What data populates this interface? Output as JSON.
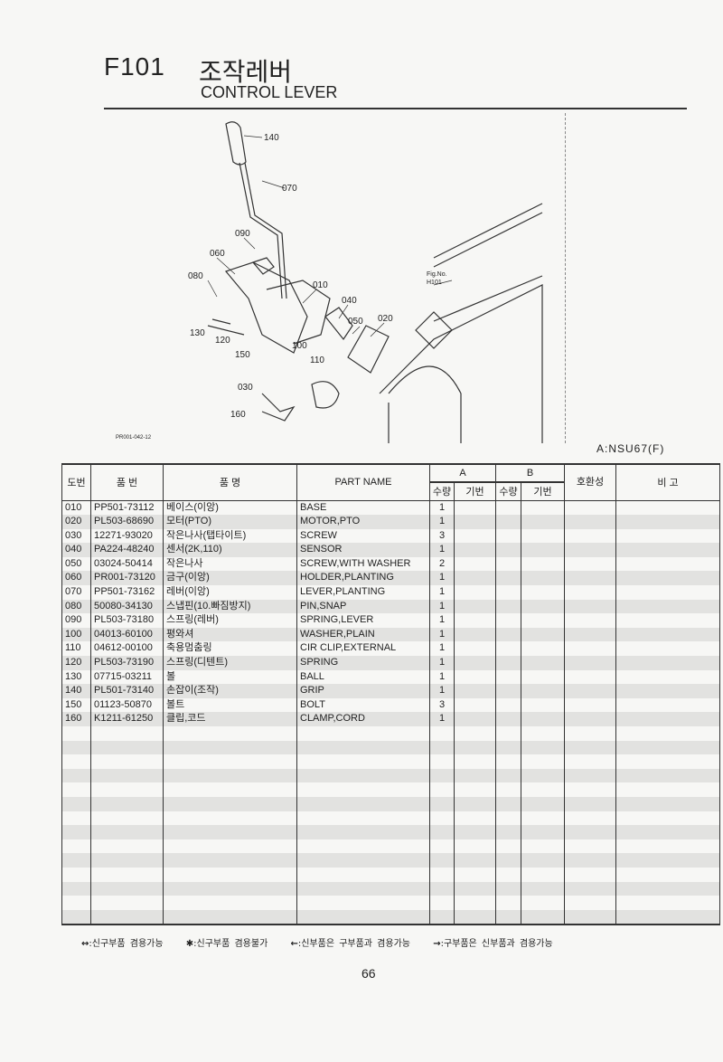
{
  "header": {
    "code": "F101",
    "title_ko": "조작레버",
    "title_en": "CONTROL LEVER"
  },
  "diagram": {
    "callouts": [
      "140",
      "070",
      "090",
      "060",
      "080",
      "010",
      "040",
      "050",
      "020",
      "130",
      "120",
      "100",
      "150",
      "110",
      "030",
      "160"
    ],
    "fig_ref_label": "Fig.No.",
    "fig_ref": "H101",
    "drawing_no": "PR001-042-12"
  },
  "model_note": "A:NSU67(F)",
  "table": {
    "headers": {
      "ref": "도번",
      "part_no": "품  번",
      "name_ko": "품        명",
      "part_name": "PART NAME",
      "group_a": "A",
      "group_b": "B",
      "qty": "수량",
      "serial": "기번",
      "compat": "호환성",
      "remarks": "비    고"
    },
    "rows": [
      {
        "ref": "010",
        "part_no": "PP501-73112",
        "name_ko": "베이스(이앙)",
        "part_name": "BASE",
        "qty_a": "1"
      },
      {
        "ref": "020",
        "part_no": "PL503-68690",
        "name_ko": "모터(PTO)",
        "part_name": "MOTOR,PTO",
        "qty_a": "1"
      },
      {
        "ref": "030",
        "part_no": "12271-93020",
        "name_ko": "작은나사(탭타이트)",
        "part_name": "SCREW",
        "qty_a": "3"
      },
      {
        "ref": "040",
        "part_no": "PA224-48240",
        "name_ko": "센서(2K,110)",
        "part_name": "SENSOR",
        "qty_a": "1"
      },
      {
        "ref": "050",
        "part_no": "03024-50414",
        "name_ko": "작은나사",
        "part_name": "SCREW,WITH WASHER",
        "qty_a": "2"
      },
      {
        "ref": "060",
        "part_no": "PR001-73120",
        "name_ko": "금구(이앙)",
        "part_name": "HOLDER,PLANTING",
        "qty_a": "1"
      },
      {
        "ref": "070",
        "part_no": "PP501-73162",
        "name_ko": "레버(이앙)",
        "part_name": "LEVER,PLANTING",
        "qty_a": "1"
      },
      {
        "ref": "080",
        "part_no": "50080-34130",
        "name_ko": "스냅핀(10.빠짐방지)",
        "part_name": "PIN,SNAP",
        "qty_a": "1"
      },
      {
        "ref": "090",
        "part_no": "PL503-73180",
        "name_ko": "스프링(레버)",
        "part_name": "SPRING,LEVER",
        "qty_a": "1"
      },
      {
        "ref": "100",
        "part_no": "04013-60100",
        "name_ko": "평와셔",
        "part_name": "WASHER,PLAIN",
        "qty_a": "1"
      },
      {
        "ref": "110",
        "part_no": "04612-00100",
        "name_ko": "축용멈춤링",
        "part_name": "CIR CLIP,EXTERNAL",
        "qty_a": "1"
      },
      {
        "ref": "120",
        "part_no": "PL503-73190",
        "name_ko": "스프링(디텐트)",
        "part_name": "SPRING",
        "qty_a": "1"
      },
      {
        "ref": "130",
        "part_no": "07715-03211",
        "name_ko": "볼",
        "part_name": "BALL",
        "qty_a": "1"
      },
      {
        "ref": "140",
        "part_no": "PL501-73140",
        "name_ko": "손잡이(조작)",
        "part_name": "GRIP",
        "qty_a": "1"
      },
      {
        "ref": "150",
        "part_no": "01123-50870",
        "name_ko": "볼트",
        "part_name": "BOLT",
        "qty_a": "3"
      },
      {
        "ref": "160",
        "part_no": "K1211-61250",
        "name_ko": "클립,코드",
        "part_name": "CLAMP,CORD",
        "qty_a": "1"
      }
    ]
  },
  "legend": [
    {
      "symbol": "↔",
      "text": ":신구부품 겸용가능"
    },
    {
      "symbol": "✱",
      "text": ":신구부품 겸용불가"
    },
    {
      "symbol": "←",
      "text": ":신부품은 구부품과 겸용가능"
    },
    {
      "symbol": "→",
      "text": ":구부품은 신부품과 겸용가능"
    }
  ],
  "page_number": "66"
}
